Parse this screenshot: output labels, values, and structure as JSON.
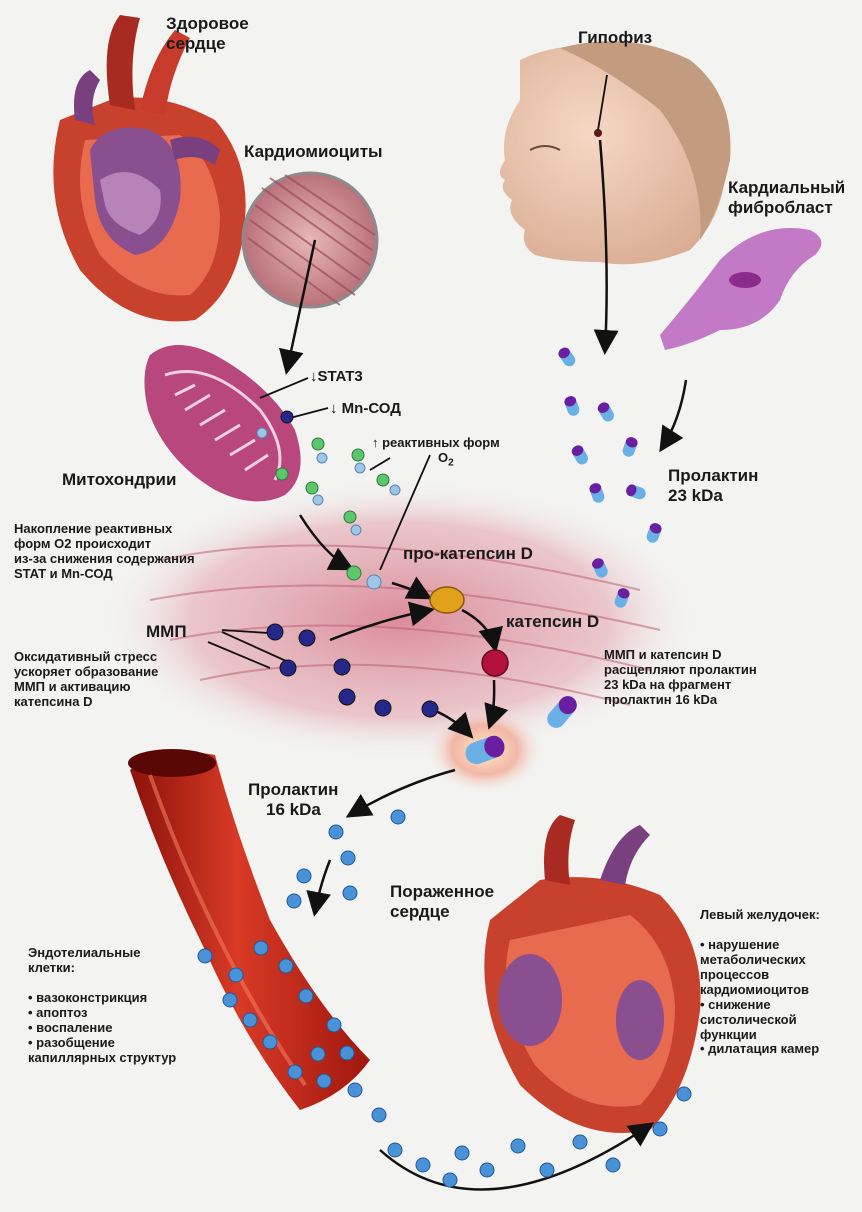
{
  "labels": {
    "healthy_heart": [
      "Здоровое",
      "сердце"
    ],
    "cardiomyocytes": "Кардиомиоциты",
    "pituitary": "Гипофиз",
    "cardiac_fibroblast": [
      "Кардиальный",
      "фибробласт"
    ],
    "stat3": "↓STAT3",
    "mn_sod": "↓ Mn-СОД",
    "ros_up_line1": "↑ реактивных форм",
    "ros_up_o2": "O",
    "ros_up_o2_sub": "2",
    "mitochondria": "Митохондрии",
    "prolactin_23": [
      "Пролактин",
      "23 kDa"
    ],
    "ros_accumulation": [
      "Накопление реактивных",
      "форм O2 происходит",
      "из-за снижения содержания",
      "STAT и Mn-СОД"
    ],
    "pro_cathepsin": "про-катепсин D",
    "cathepsin": "катепсин D",
    "mmp": "ММП",
    "oxidative_stress": [
      "Оксидативный стресс",
      "ускоряет образование",
      "ММП и активацию",
      "катепсина D"
    ],
    "cleavage": [
      "ММП и катепсин D",
      "расщепляют пролактин",
      "23 kDa на фрагмент",
      "пролактин 16 kDa"
    ],
    "prolactin_16": [
      "Пролактин",
      "16 kDa"
    ],
    "affected_heart": [
      "Пораженное",
      "сердце"
    ],
    "endothelial_title": [
      "Эндотелиальные",
      "клетки:"
    ],
    "endothelial_effects": [
      "• вазоконстрикция",
      "• апоптоз",
      "• воспаление",
      "• разобщение",
      "капиллярных структур"
    ],
    "left_ventricle_title": "Левый желудочек:",
    "left_ventricle_effects": [
      "• нарушение",
      "метаболических",
      "процессов",
      "кардиомиоцитов",
      "• снижение",
      "систолической",
      "функции",
      "• дилатация камер"
    ]
  },
  "colors": {
    "background": "#f3f3f1",
    "heart_red": "#c8412c",
    "heart_purple": "#8a4f8f",
    "vessel_red": "#c4271a",
    "mitochondria": "#b8477e",
    "fibroblast": "#c27ac7",
    "prolactin_purple": "#6a1fa0",
    "prolactin_blue": "#6ab0e6",
    "mmp_ball": "#25278a",
    "ros_green": "#5cc76a",
    "pro_cathepsin": "#e0a21a",
    "cathepsin": "#b3123d"
  },
  "icons": [
    "healthy-heart-icon",
    "cardiomyocyte-lens-icon",
    "face-icon",
    "fibroblast-icon",
    "mitochondrion-icon",
    "blood-vessel-icon",
    "affected-heart-icon"
  ]
}
